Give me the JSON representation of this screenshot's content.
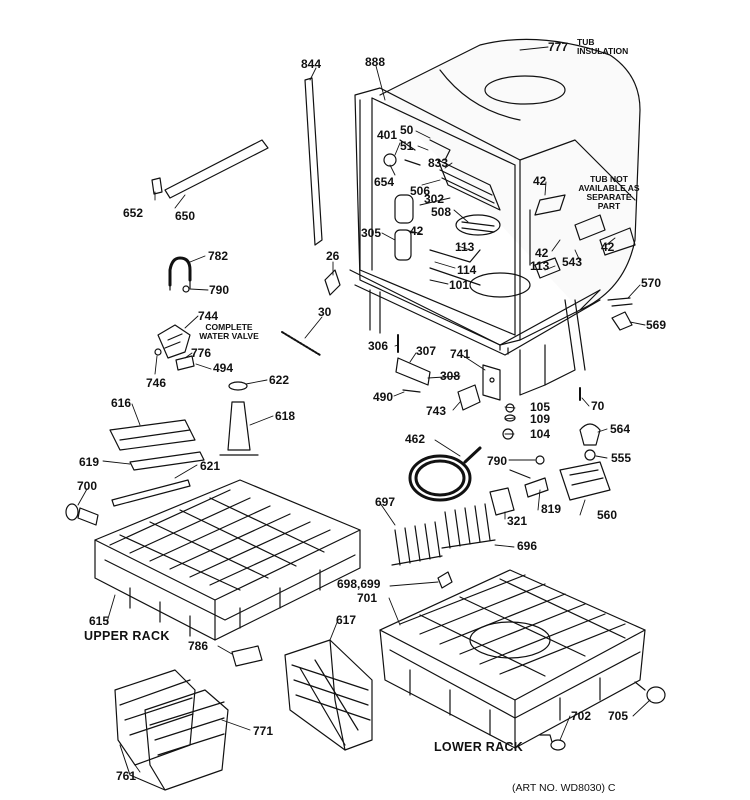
{
  "parts": [
    {
      "id": "p777",
      "label": "777"
    },
    {
      "id": "p888",
      "label": "888"
    },
    {
      "id": "p844",
      "label": "844"
    },
    {
      "id": "p401",
      "label": "401"
    },
    {
      "id": "p50",
      "label": "50"
    },
    {
      "id": "p51",
      "label": "51"
    },
    {
      "id": "p833",
      "label": "833"
    },
    {
      "id": "p654",
      "label": "654"
    },
    {
      "id": "p506",
      "label": "506"
    },
    {
      "id": "p42a",
      "label": "42"
    },
    {
      "id": "p302",
      "label": "302"
    },
    {
      "id": "p508",
      "label": "508"
    },
    {
      "id": "p305",
      "label": "305"
    },
    {
      "id": "p42b",
      "label": "42"
    },
    {
      "id": "p113a",
      "label": "113"
    },
    {
      "id": "p42c",
      "label": "42"
    },
    {
      "id": "p42d",
      "label": "42"
    },
    {
      "id": "p113b",
      "label": "113"
    },
    {
      "id": "p543",
      "label": "543"
    },
    {
      "id": "p114",
      "label": "114"
    },
    {
      "id": "p101",
      "label": "101"
    },
    {
      "id": "p652",
      "label": "652"
    },
    {
      "id": "p650",
      "label": "650"
    },
    {
      "id": "p782",
      "label": "782"
    },
    {
      "id": "p790a",
      "label": "790"
    },
    {
      "id": "p26",
      "label": "26"
    },
    {
      "id": "p570",
      "label": "570"
    },
    {
      "id": "p569",
      "label": "569"
    },
    {
      "id": "p744",
      "label": "744"
    },
    {
      "id": "p30",
      "label": "30"
    },
    {
      "id": "p776",
      "label": "776"
    },
    {
      "id": "p494",
      "label": "494"
    },
    {
      "id": "p746",
      "label": "746"
    },
    {
      "id": "p306",
      "label": "306"
    },
    {
      "id": "p307",
      "label": "307"
    },
    {
      "id": "p741",
      "label": "741"
    },
    {
      "id": "p308",
      "label": "308"
    },
    {
      "id": "p490",
      "label": "490"
    },
    {
      "id": "p622",
      "label": "622"
    },
    {
      "id": "p616",
      "label": "616"
    },
    {
      "id": "p618",
      "label": "618"
    },
    {
      "id": "p743",
      "label": "743"
    },
    {
      "id": "p105",
      "label": "105"
    },
    {
      "id": "p70",
      "label": "70"
    },
    {
      "id": "p109",
      "label": "109"
    },
    {
      "id": "p104",
      "label": "104"
    },
    {
      "id": "p564",
      "label": "564"
    },
    {
      "id": "p462",
      "label": "462"
    },
    {
      "id": "p555",
      "label": "555"
    },
    {
      "id": "p619",
      "label": "619"
    },
    {
      "id": "p621",
      "label": "621"
    },
    {
      "id": "p790b",
      "label": "790"
    },
    {
      "id": "p700",
      "label": "700"
    },
    {
      "id": "p697",
      "label": "697"
    },
    {
      "id": "p819",
      "label": "819"
    },
    {
      "id": "p560",
      "label": "560"
    },
    {
      "id": "p321",
      "label": "321"
    },
    {
      "id": "p696",
      "label": "696"
    },
    {
      "id": "p698",
      "label": "698,699"
    },
    {
      "id": "p701",
      "label": "701"
    },
    {
      "id": "p615",
      "label": "615"
    },
    {
      "id": "p617",
      "label": "617"
    },
    {
      "id": "p786",
      "label": "786"
    },
    {
      "id": "p771",
      "label": "771"
    },
    {
      "id": "p702",
      "label": "702"
    },
    {
      "id": "p705",
      "label": "705"
    },
    {
      "id": "p761",
      "label": "761"
    }
  ],
  "notes": {
    "tub_insulation": "TUB INSULATION",
    "complete_water_valve": "COMPLETE WATER VALVE",
    "tub_not_available": "TUB NOT AVAILABLE AS SEPARATE PART"
  },
  "captions": {
    "upper_rack": "UPPER RACK",
    "lower_rack": "LOWER RACK"
  },
  "art_no": "(ART NO. WD8030) C"
}
